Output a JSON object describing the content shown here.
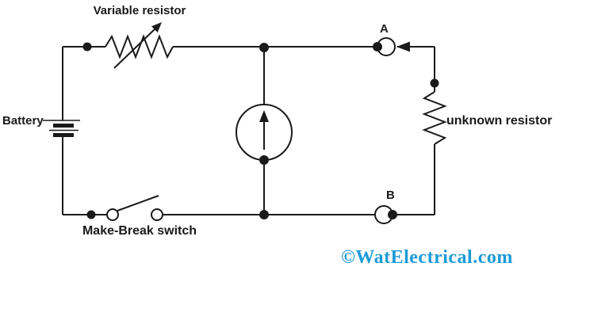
{
  "diagram": {
    "background": "#ffffff",
    "line_color": "#1a1a1a",
    "labels": {
      "variable_resistor": "Variable resistor",
      "battery": "Battery",
      "make_break_switch": "Make-Break switch",
      "terminal_a": "A",
      "terminal_b": "B",
      "unknown_resistor": "unknown resistor"
    },
    "watermark": {
      "text": "©WatElectrical.com",
      "color": "#1d9ad8"
    },
    "components": [
      {
        "name": "battery",
        "label": "Battery",
        "symbol": "two-cell battery plates"
      },
      {
        "name": "variable-resistor",
        "label": "Variable resistor",
        "symbol": "zigzag resistor with diagonal arrow"
      },
      {
        "name": "make-break-switch",
        "label": "Make-Break switch",
        "symbol": "open lever switch between two contacts"
      },
      {
        "name": "galvanometer",
        "label": "",
        "symbol": "circle with upward arrow"
      },
      {
        "name": "unknown-resistor",
        "label": "unknown resistor",
        "symbol": "vertical zigzag resistor"
      },
      {
        "name": "terminal-a",
        "label": "A",
        "symbol": "binding post with left-pointing current arrow"
      },
      {
        "name": "terminal-b",
        "label": "B",
        "symbol": "binding post"
      }
    ]
  }
}
